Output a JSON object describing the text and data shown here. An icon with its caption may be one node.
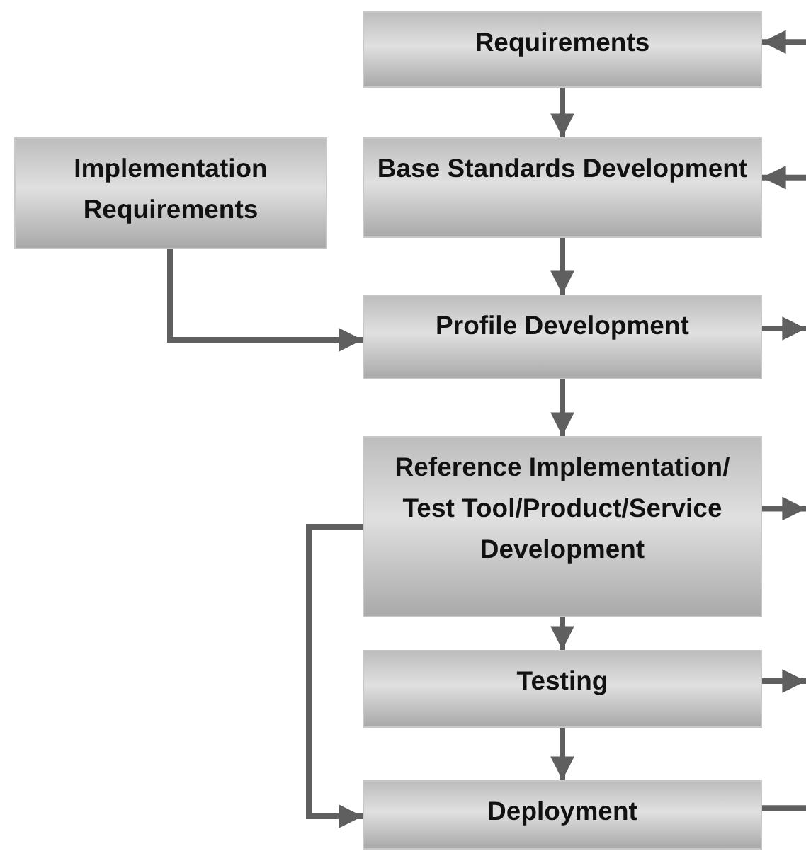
{
  "diagram": {
    "nodes": [
      {
        "text": [
          "Requirements"
        ]
      },
      {
        "text": [
          "Implementation Requirements"
        ]
      },
      {
        "text": [
          "Base Standards Development"
        ]
      },
      {
        "text": [
          "Profile Development"
        ]
      },
      {
        "text": [
          "Reference Implementation/ Test Tool/Product/Service Development"
        ]
      },
      {
        "text": [
          "Testing"
        ]
      },
      {
        "text": [
          "Deployment"
        ]
      }
    ],
    "edges": [
      {
        "from": 0,
        "to": 2,
        "arrow": "to"
      },
      {
        "from": 2,
        "to": 3,
        "arrow": "to"
      },
      {
        "from": 1,
        "to": 3,
        "arrow": "to"
      },
      {
        "from": 3,
        "to": 4,
        "arrow": "to"
      },
      {
        "from": 4,
        "to": 5,
        "arrow": "to"
      },
      {
        "from": 5,
        "to": 6,
        "arrow": "to"
      },
      {
        "from": 4,
        "to": 6,
        "arrow": "to"
      },
      {
        "from": null,
        "to": 0,
        "arrow": "to"
      },
      {
        "from": null,
        "to": 2,
        "arrow": "to"
      },
      {
        "from": 3,
        "to": null,
        "arrow": "to"
      },
      {
        "from": 4,
        "to": null,
        "arrow": "to"
      },
      {
        "from": 5,
        "to": null,
        "arrow": "to"
      },
      {
        "from": 6,
        "to": null,
        "arrow": "none"
      }
    ]
  }
}
